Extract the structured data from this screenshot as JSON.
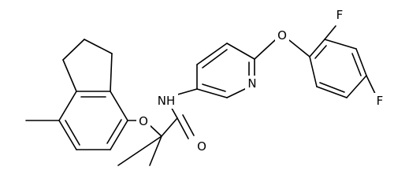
{
  "molecule": {
    "atoms": {
      "O_ether_left": "O",
      "O_carbonyl": "O",
      "N_amide": "NH",
      "N_pyridine": "N",
      "O_ether_right": "O",
      "F_ortho": "F",
      "F_para": "F"
    }
  }
}
